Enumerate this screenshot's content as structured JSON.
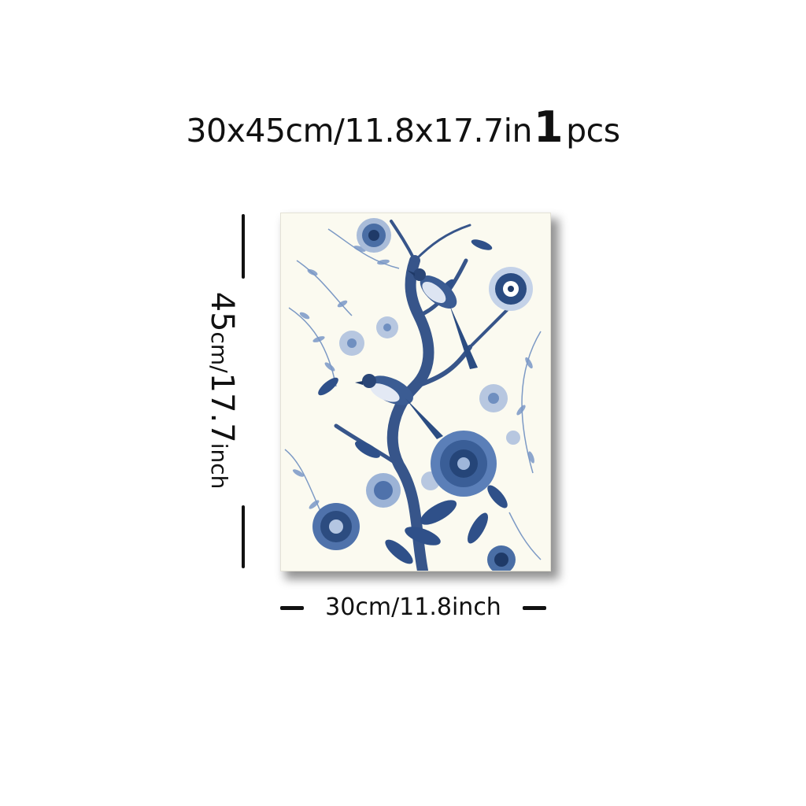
{
  "headline": {
    "size_text": "30x45cm/11.8x17.7in",
    "quantity_number": "1",
    "quantity_unit": "pcs"
  },
  "height_label": {
    "value": "45",
    "unit": "cm/",
    "alt_value": "17.7",
    "alt_unit": "inch"
  },
  "width_label": {
    "text": "30cm/11.8inch"
  },
  "colors": {
    "background": "#ffffff",
    "canvas": "#fbfaf0",
    "ink_dark": "#1f3a68",
    "ink_mid": "#4a6ea5",
    "ink_light": "#a9bcd9"
  },
  "artwork": {
    "subject": "blue-and-white chinoiserie painting with two birds on a flowering branch and peonies"
  }
}
